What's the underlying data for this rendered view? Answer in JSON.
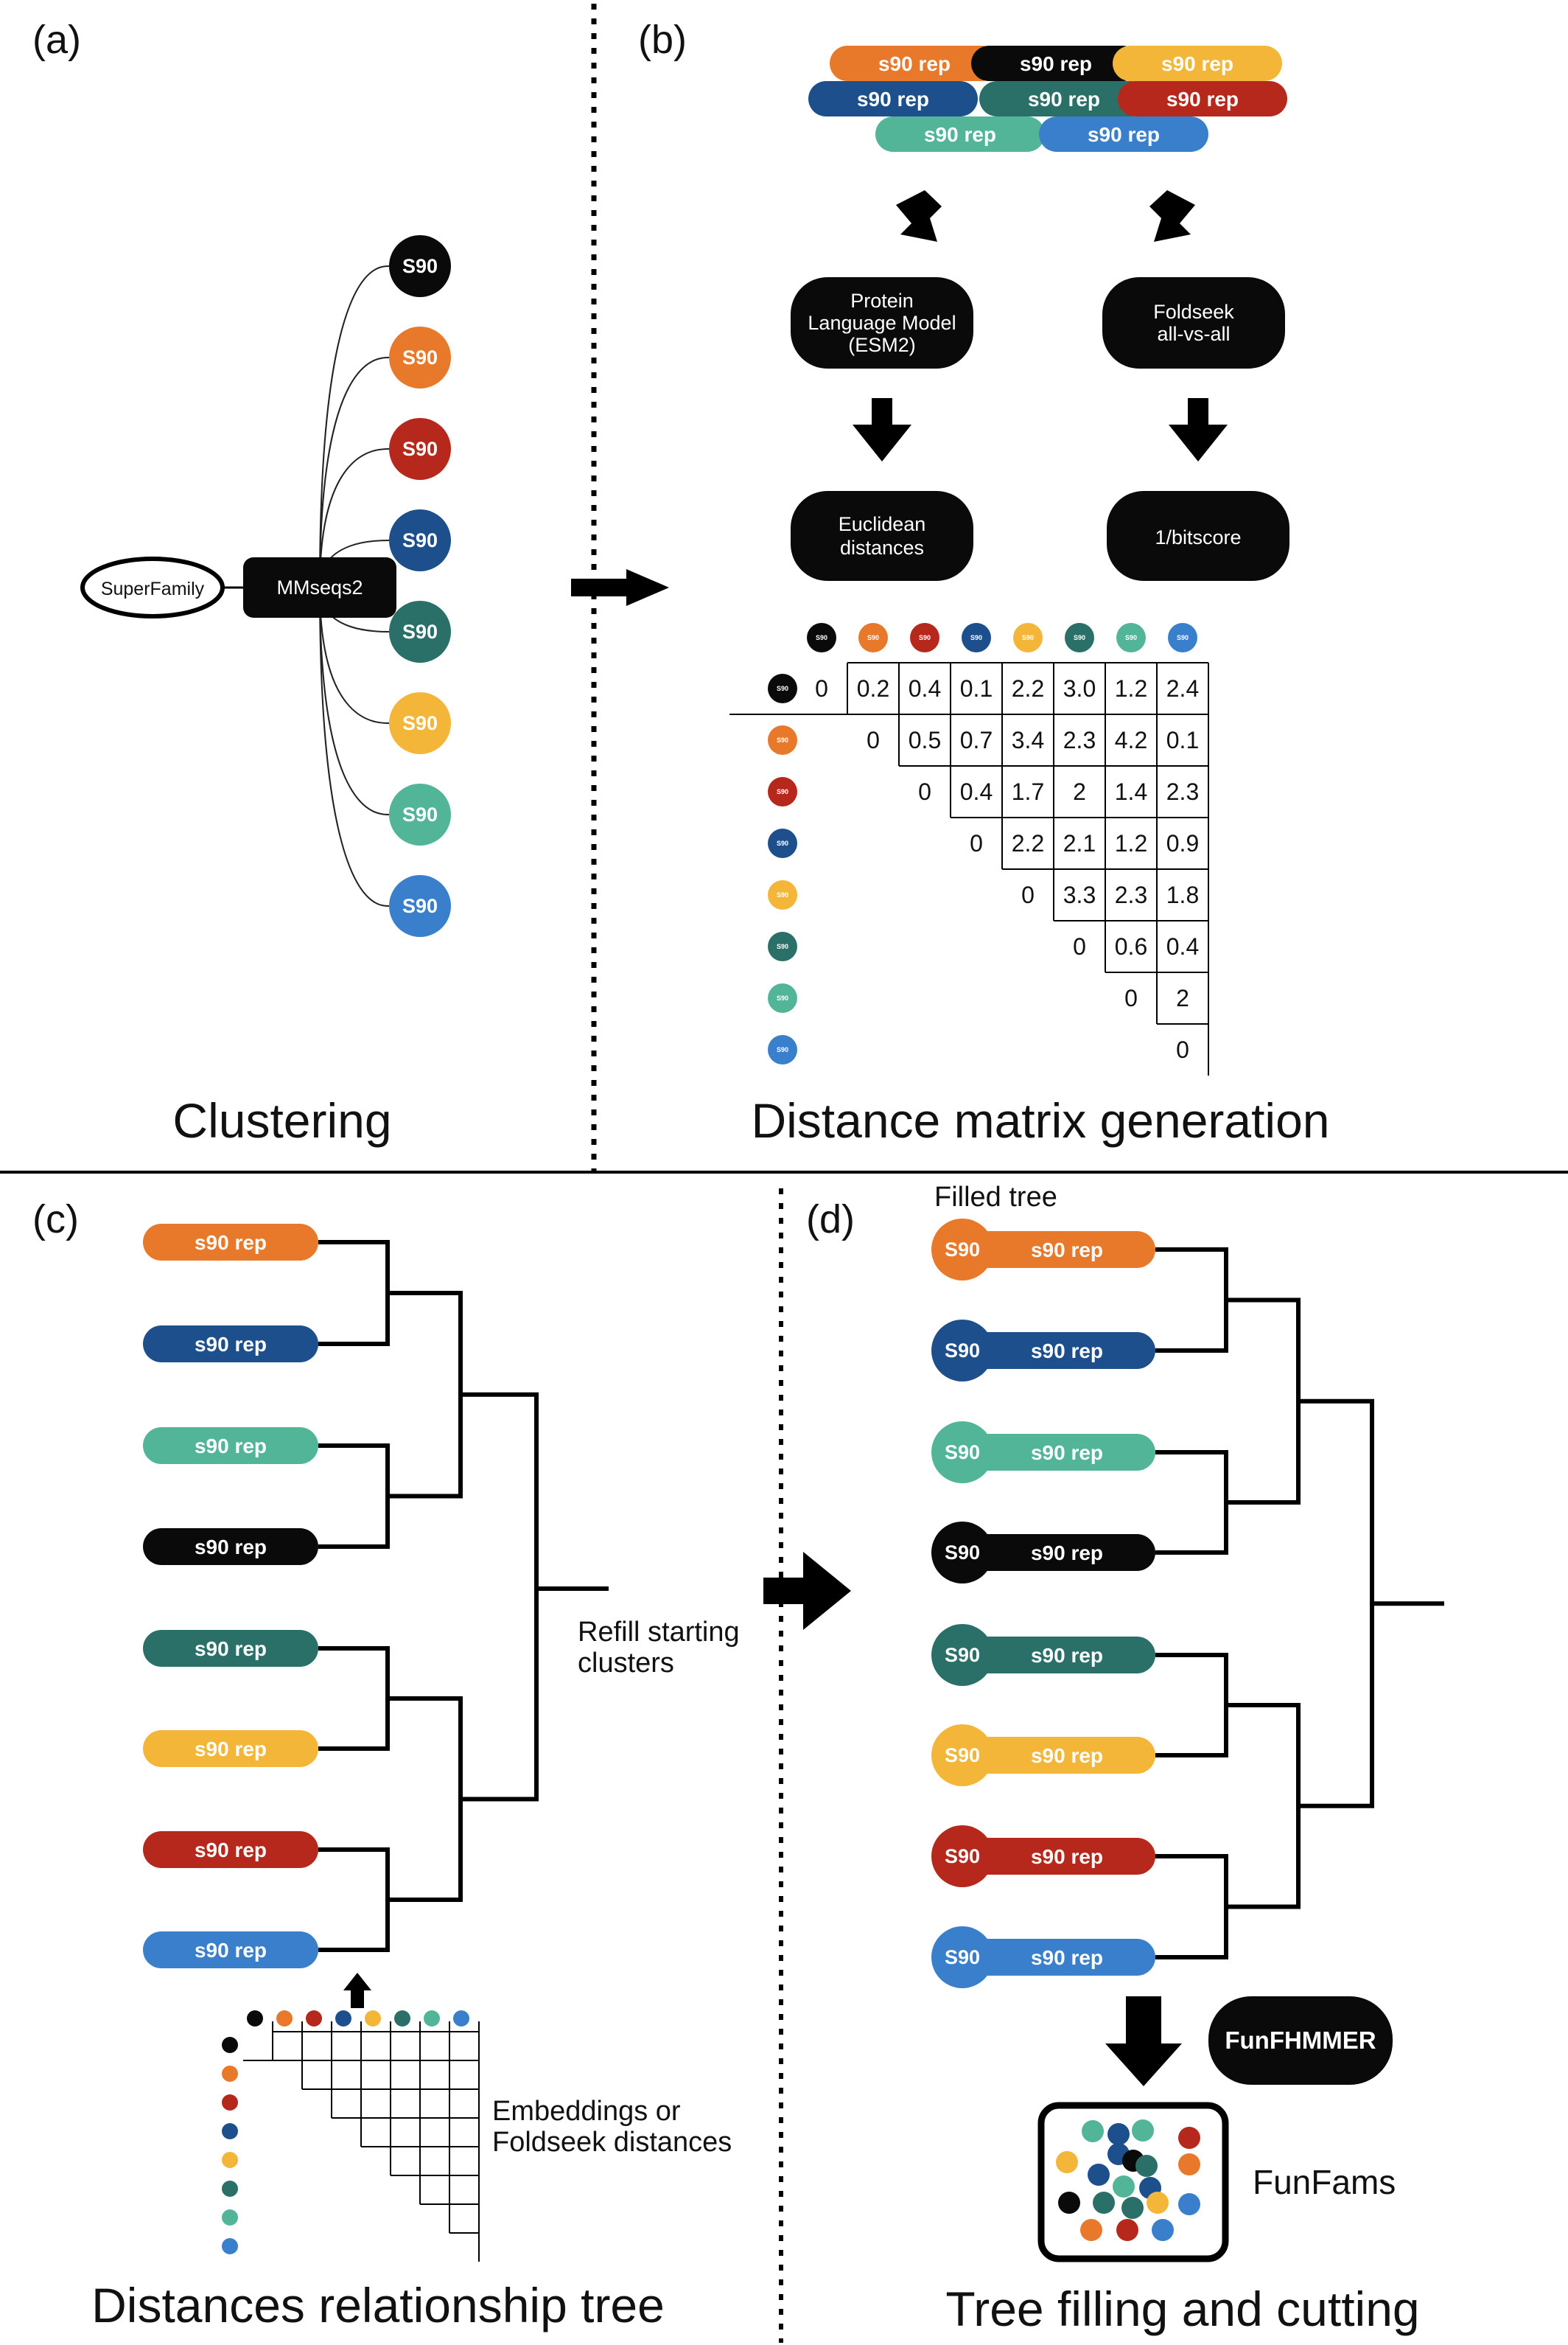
{
  "panels": {
    "a": {
      "letter": "(a)",
      "title": "Clustering",
      "source": "SuperFamily",
      "tool": "MMseqs2",
      "node_label": "S90"
    },
    "b": {
      "letter": "(b)",
      "title": "Distance matrix generation",
      "left_box": [
        "Protein",
        "Language Model",
        "(ESM2)"
      ],
      "right_box": [
        "Foldseek",
        "all-vs-all"
      ],
      "left_result": [
        "Euclidean",
        "distances"
      ],
      "right_result": [
        "1/bitscore"
      ],
      "rep_label": "s90 rep",
      "header_label": "S90"
    },
    "c": {
      "letter": "(c)",
      "title": "Distances relationship tree",
      "rep_label": "s90 rep",
      "refill_note": [
        "Refill starting",
        "clusters"
      ],
      "embed_note": [
        "Embeddings or",
        "Foldseek distances"
      ]
    },
    "d": {
      "letter": "(d)",
      "title": "Tree filling and cutting",
      "subtitle": "Filled tree",
      "node_label": "S90",
      "rep_label": "s90 rep",
      "tool": "FunFHMMER",
      "result": "FunFams"
    }
  },
  "colors": {
    "black": "#0a0a0a",
    "orange": "#e8782a",
    "red": "#b5281b",
    "navy": "#1e4f8d",
    "teal": "#2a7068",
    "yellow": "#f4b638",
    "mint": "#52b597",
    "blue": "#3a7fcc"
  },
  "cluster_order": [
    "black",
    "orange",
    "red",
    "navy",
    "yellow",
    "teal",
    "mint",
    "blue"
  ],
  "tree_order": [
    "orange",
    "navy",
    "mint",
    "black",
    "teal",
    "yellow",
    "red",
    "blue"
  ],
  "mmseqs_nodes": [
    "black",
    "orange",
    "red",
    "navy",
    "teal",
    "yellow",
    "mint",
    "blue"
  ],
  "rep_rows": [
    [
      "orange",
      "black",
      "yellow"
    ],
    [
      "navy",
      "teal",
      "red"
    ],
    [
      "mint",
      "blue"
    ]
  ],
  "matrix": [
    [
      "0",
      "0.2",
      "0.4",
      "0.1",
      "2.2",
      "3.0",
      "1.2",
      "2.4"
    ],
    [
      "0",
      "0.5",
      "0.7",
      "3.4",
      "2.3",
      "4.2",
      "0.1"
    ],
    [
      "0",
      "0.4",
      "1.7",
      "2",
      "1.4",
      "2.3"
    ],
    [
      "0",
      "2.2",
      "2.1",
      "1.2",
      "0.9"
    ],
    [
      "0",
      "3.3",
      "2.3",
      "1.8"
    ],
    [
      "0",
      "0.6",
      "0.4"
    ],
    [
      "0",
      "2"
    ],
    [
      "0"
    ]
  ],
  "funfam_dots": [
    "mint",
    "navy",
    "mint",
    "red",
    "yellow",
    "navy",
    "black",
    "navy",
    "orange",
    "teal",
    "mint",
    "navy",
    "black",
    "teal",
    "yellow",
    "teal",
    "blue",
    "orange",
    "red",
    "blue"
  ]
}
